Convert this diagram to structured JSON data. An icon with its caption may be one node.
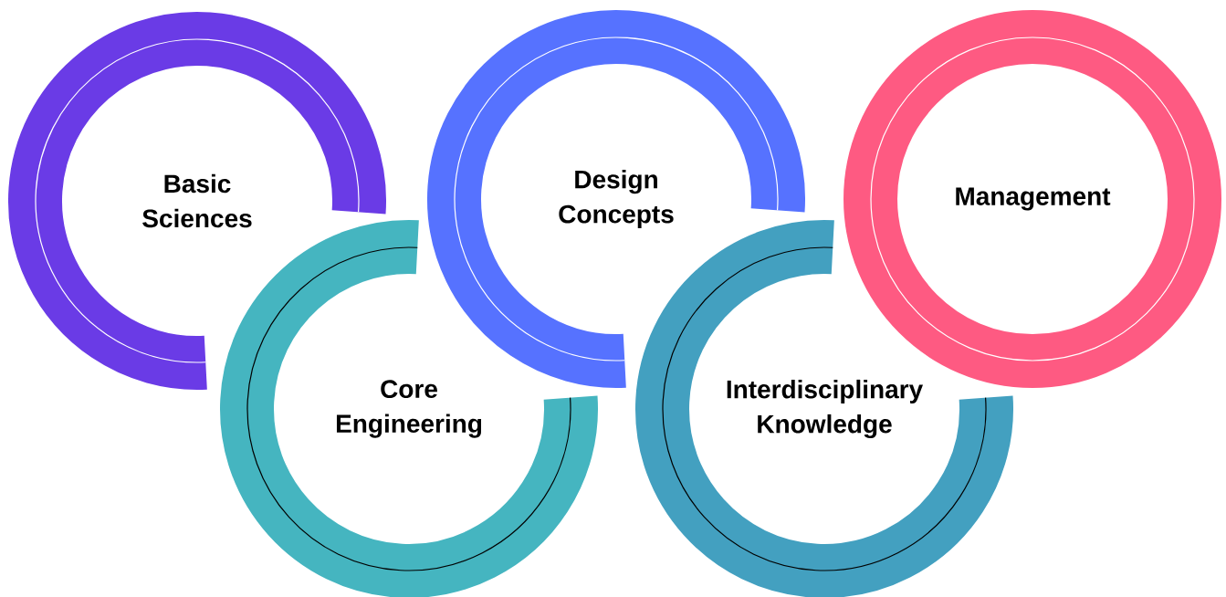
{
  "diagram": {
    "nodes": [
      {
        "text": [
          "Basic Sciences"
        ]
      },
      {
        "text": [
          "Core Engineering"
        ]
      },
      {
        "text": [
          "Design Concepts"
        ]
      },
      {
        "text": [
          "Interdisciplinary Knowledge"
        ]
      },
      {
        "text": [
          "Management"
        ]
      }
    ]
  }
}
